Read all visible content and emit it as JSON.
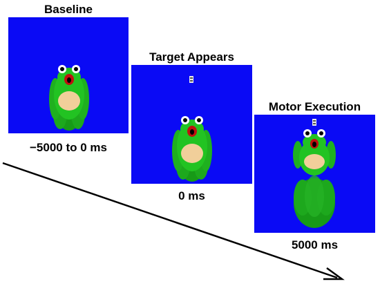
{
  "panels": [
    {
      "title": "Baseline",
      "time": "−5000 to 0 ms"
    },
    {
      "title": "Target Appears",
      "time": "0 ms"
    },
    {
      "title": "Motor Execution",
      "time": "5000 ms"
    }
  ],
  "colors": {
    "screen_bg": "#0a0af5",
    "frog_green": "#22c322",
    "frog_dark_green": "#179a17",
    "belly": "#f1cf9a",
    "mouth": "#c01010",
    "arrow": "#000000"
  },
  "icons": {
    "character": "frog-icon",
    "target": "fly-target-icon",
    "time_axis": "arrow-right-icon"
  }
}
